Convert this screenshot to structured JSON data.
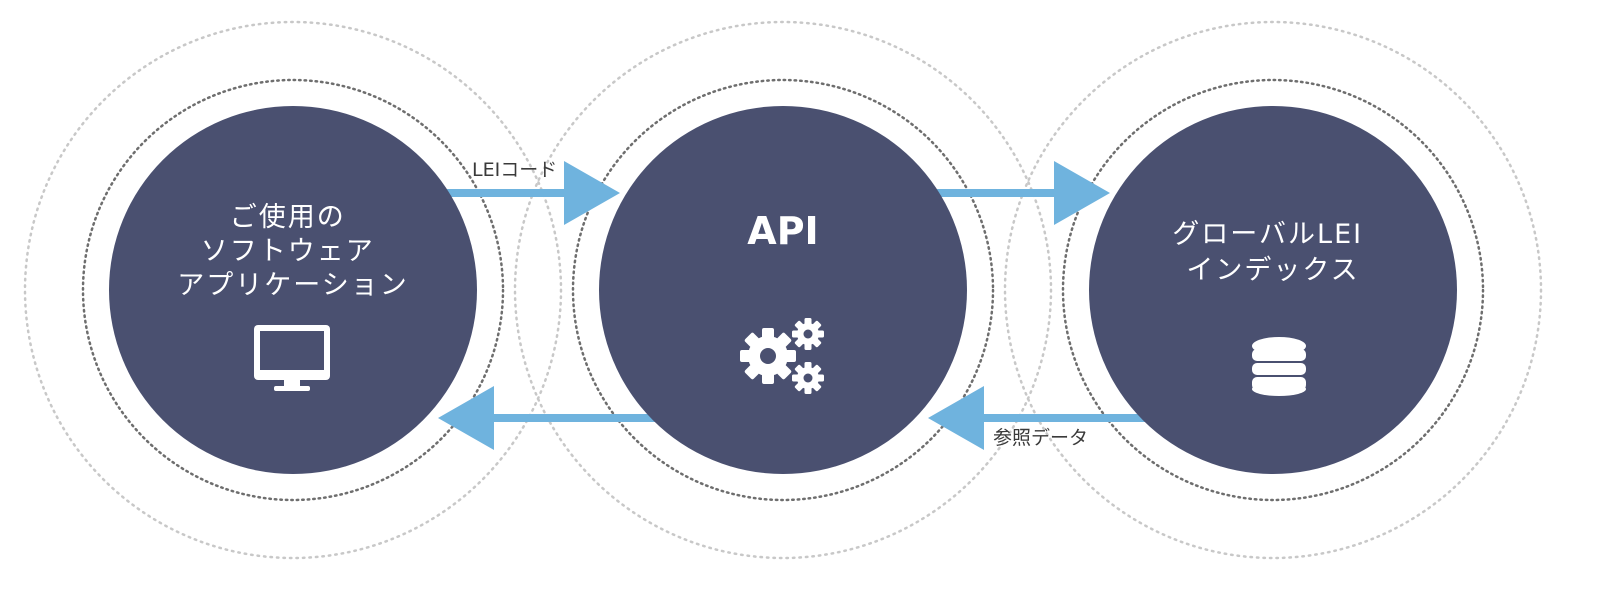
{
  "colors": {
    "node_fill": "#4a5070",
    "arrow": "#6fb3de",
    "outer_ring": "#c8c8c8",
    "inner_ring": "#6e6e6e",
    "icon": "#ffffff"
  },
  "nodes": {
    "software": {
      "lines": [
        "ご使用の",
        "ソフトウェア",
        "アプリケーション"
      ],
      "icon": "monitor-icon"
    },
    "api": {
      "title": "API",
      "icon": "gears-icon"
    },
    "index": {
      "lines": [
        "グローバルLEI",
        "インデックス"
      ],
      "icon": "database-icon"
    }
  },
  "edges": {
    "software_to_api": {
      "label": "LEIコード"
    },
    "api_to_index": {
      "label": ""
    },
    "index_to_api": {
      "label": "参照データ"
    },
    "api_to_software": {
      "label": ""
    }
  }
}
